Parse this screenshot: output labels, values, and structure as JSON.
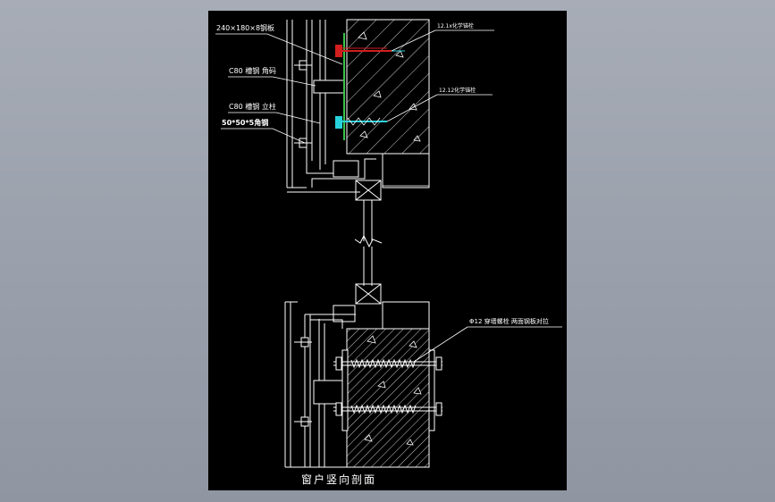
{
  "annotations": {
    "steel_plate": "240×180×8钢板",
    "angle_c80": "C80 槽钢 角码",
    "c80_column": "C80 槽钢 立柱",
    "angle_steel": "50*50*5角钢",
    "bolt_top": "12.1x化学锚栓",
    "bolt_mid": "12.12化学锚栓",
    "through_bolt": "Φ12 穿墙螺栓 两面钢板对拉"
  },
  "title": "窗户竖向剖面",
  "colors": {
    "background": "#9ea4af",
    "sheet": "#000000",
    "lines": "#ffffff",
    "bolt_red": "#d21e1e",
    "plate_green": "#3ac24a",
    "bolt_cyan": "#28d2dc"
  }
}
